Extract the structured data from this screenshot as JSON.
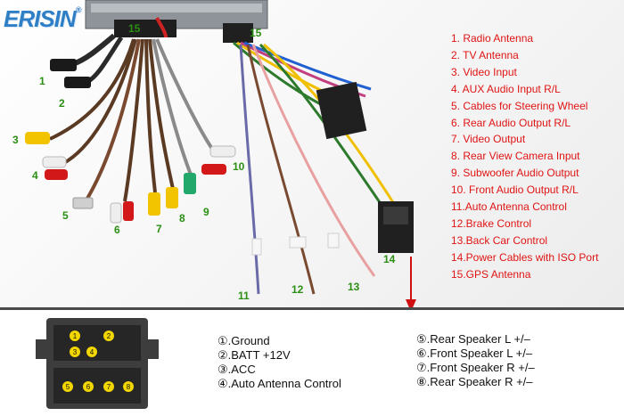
{
  "brand": {
    "name": "ERISIN",
    "tm": "®"
  },
  "callouts": [
    "1",
    "2",
    "3",
    "4",
    "5",
    "6",
    "7",
    "8",
    "9",
    "10",
    "11",
    "12",
    "13",
    "14",
    "15",
    "15"
  ],
  "legend": [
    "1. Radio Antenna",
    "2. TV Antenna",
    "3. Video Input",
    "4. AUX Audio Input R/L",
    "5. Cables for Steering Wheel",
    "6. Rear Audio Output R/L",
    "7. Video Output",
    "8. Rear View Camera Input",
    "9. Subwoofer Audio Output",
    "10. Front Audio Output R/L",
    "11.Auto Antenna Control",
    "12.Brake Control",
    "13.Back Car Control",
    "14.Power Cables with ISO Port",
    "15.GPS Antenna"
  ],
  "connector": {
    "pins": [
      "1",
      "2",
      "3",
      "4",
      "5",
      "6",
      "7",
      "8"
    ]
  },
  "pins_left": [
    "①.Ground",
    "②.BATT +12V",
    "③.ACC",
    "④.Auto Antenna Control"
  ],
  "pins_right": [
    "⑤.Rear Speaker L +/–",
    "⑥.Front Speaker L +/–",
    "⑦.Front Speaker R +/–",
    "⑧.Rear Speaker R +/–"
  ],
  "colors": {
    "legend_text": "#e01414",
    "callout": "#2a8f12",
    "brand": "#2f7fc7",
    "arrow": "#d01010",
    "connector_body": "#3d3d3d"
  }
}
